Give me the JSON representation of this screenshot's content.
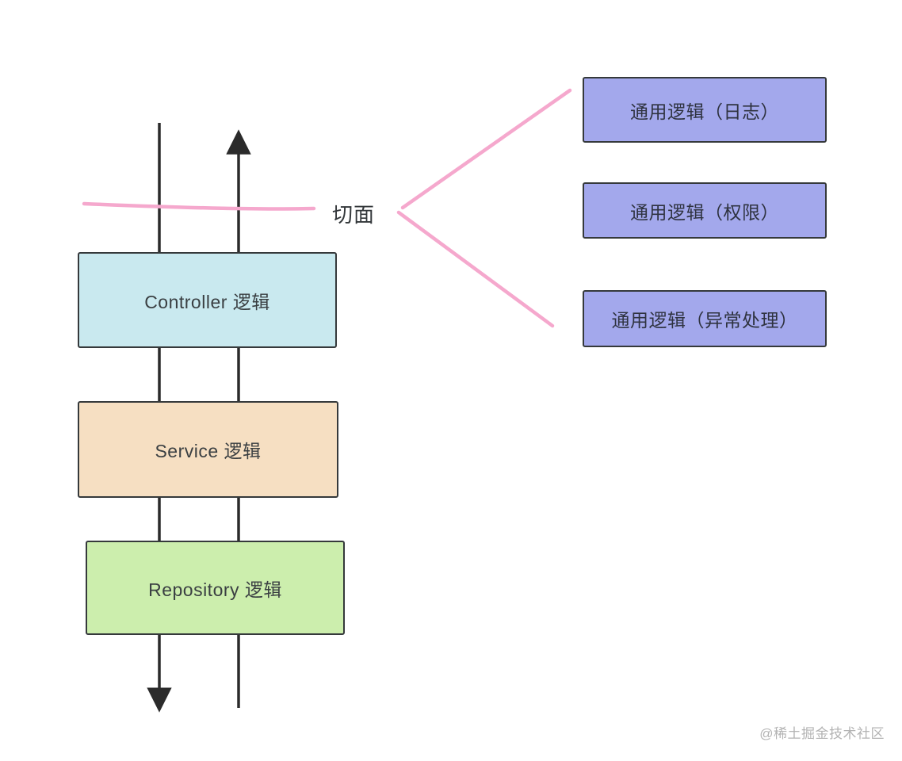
{
  "diagram": {
    "aspect_label": "切面",
    "layers": [
      {
        "id": "controller",
        "label": "Controller 逻辑",
        "fill": "#c9e9ef"
      },
      {
        "id": "service",
        "label": "Service 逻辑",
        "fill": "#f6dfc2"
      },
      {
        "id": "repository",
        "label": "Repository 逻辑",
        "fill": "#cceead"
      }
    ],
    "aspects": [
      {
        "label": "通用逻辑（日志）"
      },
      {
        "label": "通用逻辑（权限）"
      },
      {
        "label": "通用逻辑（异常处理）"
      }
    ],
    "colors": {
      "aspect_box_fill": "#a3a8ec",
      "pink_line": "#f5a8cd",
      "arrow_stroke": "#2b2b2b",
      "box_border": "#35393b"
    },
    "watermark": "@稀土掘金技术社区"
  }
}
